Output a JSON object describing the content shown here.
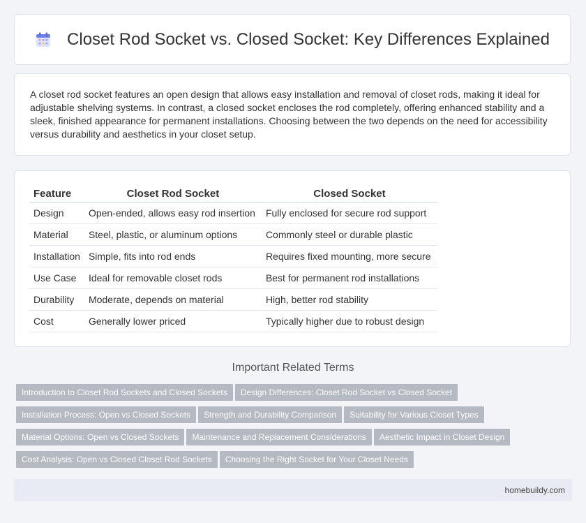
{
  "header": {
    "title": "Closet Rod Socket vs. Closed Socket: Key Differences Explained",
    "icon": "calendar-icon"
  },
  "intro": {
    "text": "A closet rod socket features an open design that allows easy installation and removal of closet rods, making it ideal for adjustable shelving systems. In contrast, a closed socket encloses the rod completely, offering enhanced stability and a sleek, finished appearance for permanent installations. Choosing between the two depends on the need for accessibility versus durability and aesthetics in your closet setup."
  },
  "table": {
    "headers": [
      "Feature",
      "Closet Rod Socket",
      "Closed Socket"
    ],
    "rows": [
      [
        "Design",
        "Open-ended, allows easy rod insertion",
        "Fully enclosed for secure rod support"
      ],
      [
        "Material",
        "Steel, plastic, or aluminum options",
        "Commonly steel or durable plastic"
      ],
      [
        "Installation",
        "Simple, fits into rod ends",
        "Requires fixed mounting, more secure"
      ],
      [
        "Use Case",
        "Ideal for removable closet rods",
        "Best for permanent rod installations"
      ],
      [
        "Durability",
        "Moderate, depends on material",
        "High, better rod stability"
      ],
      [
        "Cost",
        "Generally lower priced",
        "Typically higher due to robust design"
      ]
    ]
  },
  "related": {
    "title": "Important Related Terms",
    "tags": [
      "Introduction to Closet Rod Sockets and Closed Sockets",
      "Design Differences: Closet Rod Socket vs Closed Socket",
      "Installation Process: Open vs Closed Sockets",
      "Strength and Durability Comparison",
      "Suitability for Various Closet Types",
      "Material Options: Open vs Closed Sockets",
      "Maintenance and Replacement Considerations",
      "Aesthetic Impact in Closet Design",
      "Cost Analysis: Open vs Closed Closet Rod Sockets",
      "Choosing the Right Socket for Your Closet Needs"
    ]
  },
  "footer": {
    "site": "homebuildy.com"
  },
  "colors": {
    "accent": "#7b7fe0",
    "tag_bg": "#b5b9c1",
    "footer_bg": "#e8ebf3"
  }
}
